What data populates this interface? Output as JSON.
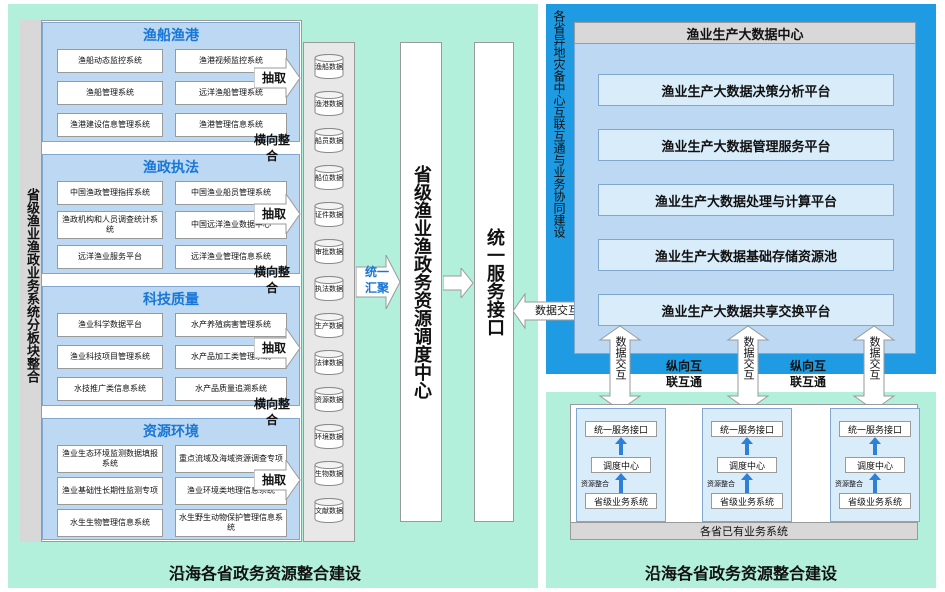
{
  "left": {
    "sidebar_title": "省级渔业渔政业务系统分板块整合",
    "groups": [
      {
        "title": "渔船渔港",
        "cells": [
          "渔船动态监控系统",
          "渔港视频监控系统",
          "渔船管理系统",
          "远洋渔船管理系统",
          "渔港建设信息管理系统",
          "渔港管理信息系统"
        ]
      },
      {
        "title": "渔政执法",
        "cells": [
          "中国渔政管理指挥系统",
          "中国渔业船员管理系统",
          "渔政机构和人员调查统计系统",
          "中国远洋渔业数据中心",
          "远洋渔业服务平台",
          "远洋渔业管理信息系统"
        ]
      },
      {
        "title": "科技质量",
        "cells": [
          "渔业科学数据平台",
          "水产养殖病害管理系统",
          "渔业科技项目管理系统",
          "水产品加工类管理系统",
          "水技推广类信息系统",
          "水产品质量追溯系统"
        ]
      },
      {
        "title": "资源环境",
        "cells": [
          "渔业生态环境监测数据填报系统",
          "重点流域及海域资源调查专项",
          "渔业基础性长期性监测专项",
          "渔业环境类地理信息系统",
          "水生生物管理信息系统",
          "水生野生动物保护管理信息系统"
        ]
      }
    ],
    "extract_label": "抽取",
    "horizontal_label": "横向整合",
    "databases": [
      "渔船数据",
      "渔港数据",
      "船员数据",
      "船位数据",
      "证件数据",
      "审批数据",
      "执法数据",
      "生产数据",
      "法律数据",
      "资源数据",
      "环境数据",
      "生物数据",
      "文献数据"
    ],
    "merge_label": "统一汇聚",
    "center_title": "省级渔业渔政务资源调度中心",
    "interface_title": "统一服务接口",
    "footer": "沿海各省政务资源整合建设"
  },
  "right": {
    "side_text": "各省异地灾备中心互联互通与业务协同建设",
    "header": "渔业生产大数据中心",
    "platforms": [
      "渔业生产大数据决策分析平台",
      "渔业生产大数据管理服务平台",
      "渔业生产大数据处理与计算平台",
      "渔业生产大数据基础存储资源池",
      "渔业生产大数据共享交换平台"
    ],
    "data_exchange": "数据交互",
    "vertical_label": "纵向互联互通",
    "province": {
      "interface": "统一服务接口",
      "dispatch": "调度中心",
      "integration": "资源整合",
      "system": "省级业务系统"
    },
    "bottom_footer": "各省已有业务系统",
    "footer": "沿海各省政务资源整合建设"
  },
  "colors": {
    "panel": "#b3f0dc",
    "blue_panel": "#1e9be3",
    "group_title": "#1877d6",
    "group_bg": "#bcd8f2"
  }
}
